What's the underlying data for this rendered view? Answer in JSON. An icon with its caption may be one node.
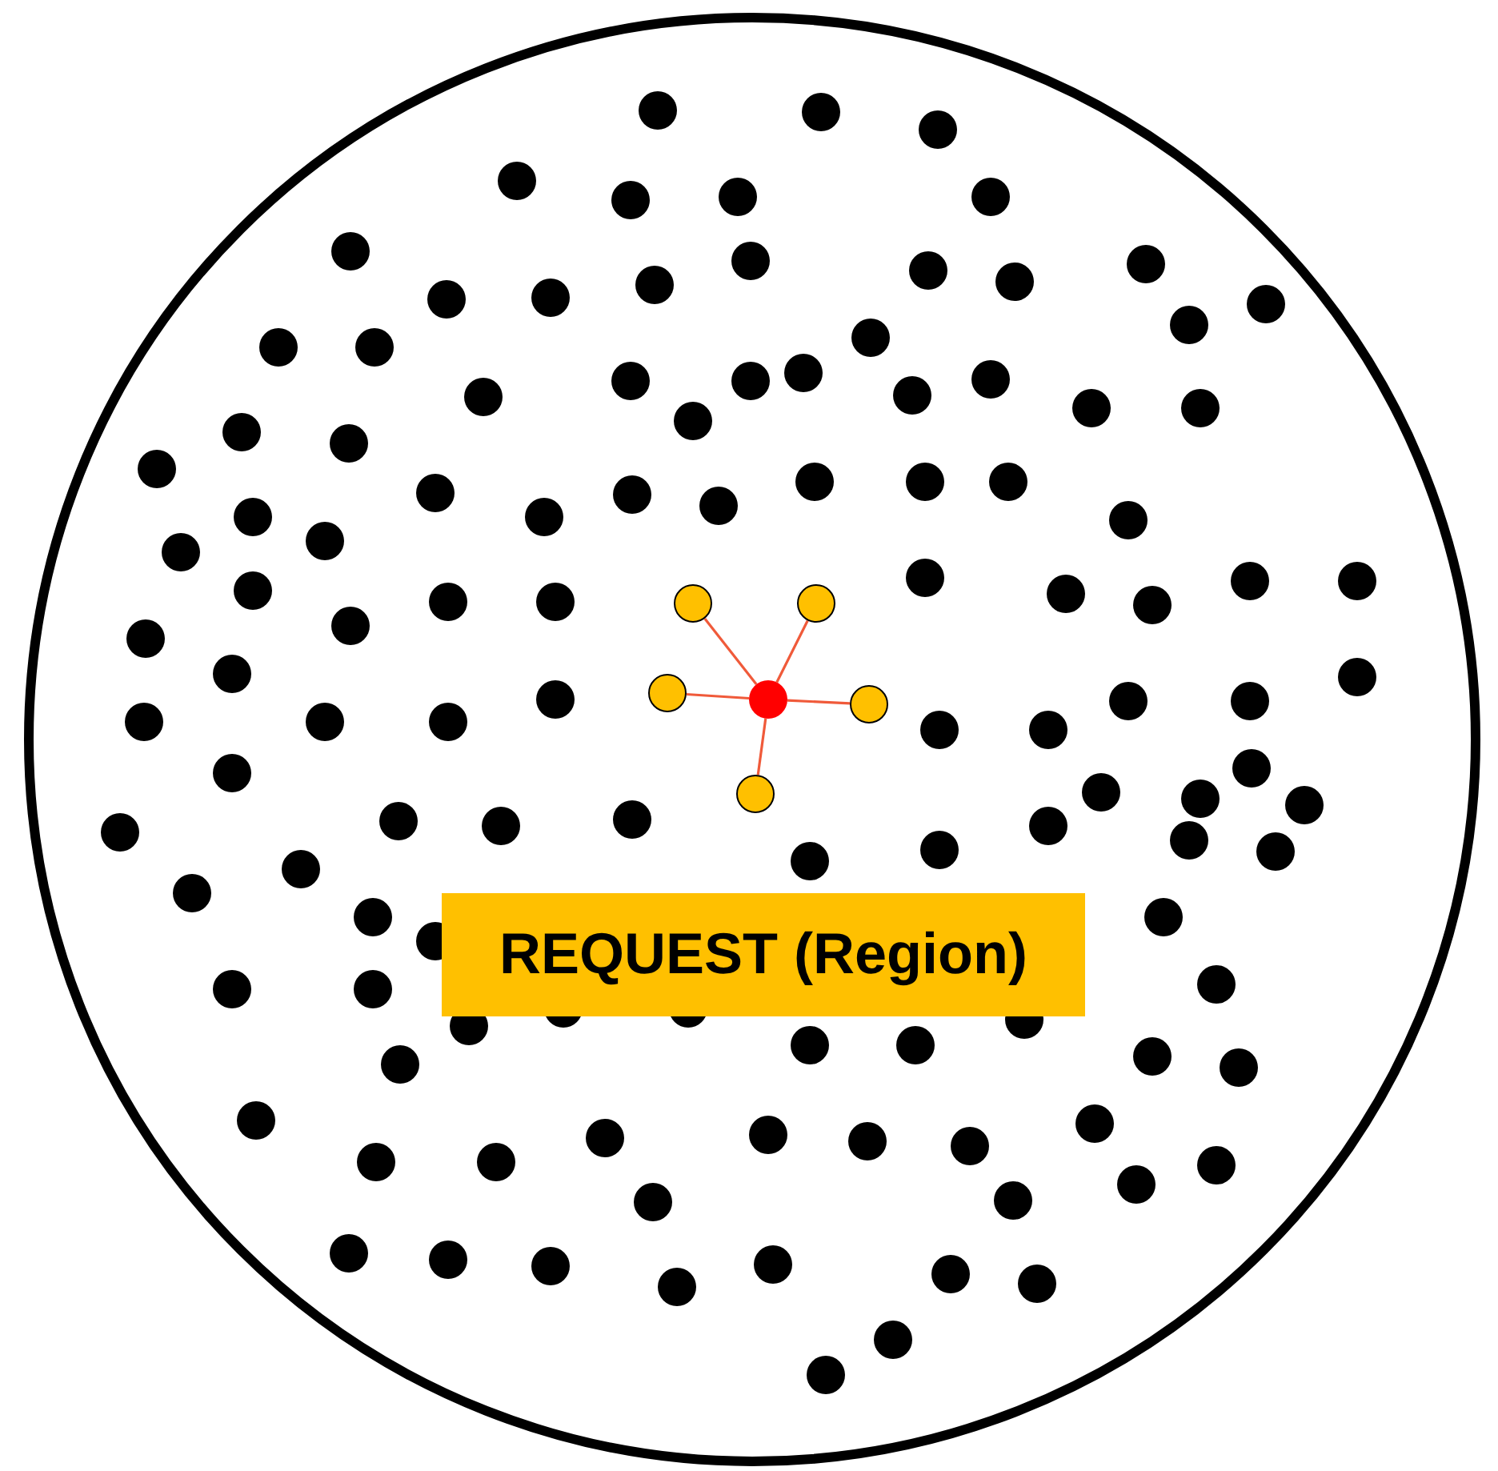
{
  "diagram": {
    "nodes": [
      {
        "text": [],
        "shape": "circle"
      },
      {
        "text": [
          "REQUEST (Region)"
        ],
        "in": 0
      },
      {
        "text": [],
        "shape": "circle",
        "in": 0
      },
      {
        "text": [],
        "shape": "circle",
        "in": 0
      },
      {
        "text": [],
        "shape": "circle",
        "in": 0
      },
      {
        "text": [],
        "shape": "circle",
        "in": 0
      },
      {
        "text": [],
        "shape": "circle",
        "in": 0
      },
      {
        "text": [],
        "shape": "circle",
        "in": 0
      }
    ],
    "edges": [
      {
        "from": 2,
        "to": 3,
        "arrow": "none"
      },
      {
        "from": 2,
        "to": 4,
        "arrow": "none"
      },
      {
        "from": 2,
        "to": 5,
        "arrow": "none"
      },
      {
        "from": 2,
        "to": 6,
        "arrow": "none"
      },
      {
        "from": 2,
        "to": 7,
        "arrow": "none"
      }
    ]
  }
}
